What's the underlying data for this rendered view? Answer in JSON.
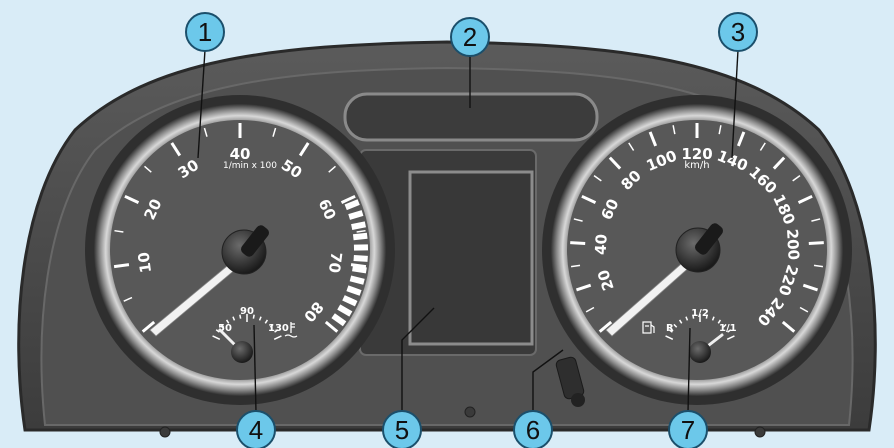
{
  "callouts": [
    "1",
    "2",
    "3",
    "4",
    "5",
    "6",
    "7"
  ],
  "tachometer": {
    "unit_label": "1/min x 100",
    "scale_labels": [
      "10",
      "20",
      "30",
      "40",
      "50",
      "60",
      "70",
      "80"
    ]
  },
  "coolant_gauge": {
    "labels": [
      "50",
      "90",
      "130"
    ],
    "icon": "coolant-temperature-icon"
  },
  "speedometer": {
    "unit_label": "km/h",
    "scale_labels": [
      "20",
      "40",
      "60",
      "80",
      "100",
      "120",
      "140",
      "160",
      "180",
      "200",
      "220",
      "240"
    ]
  },
  "fuel_gauge": {
    "labels": [
      "R",
      "1/2",
      "1/1"
    ],
    "icon": "fuel-pump-icon"
  },
  "colors": {
    "background": "#d9ecf7",
    "callout_fill": "#6cc8ea",
    "panel": "#4a4a4a",
    "dial_face": "#565656",
    "red_zone": "#ffffff"
  }
}
